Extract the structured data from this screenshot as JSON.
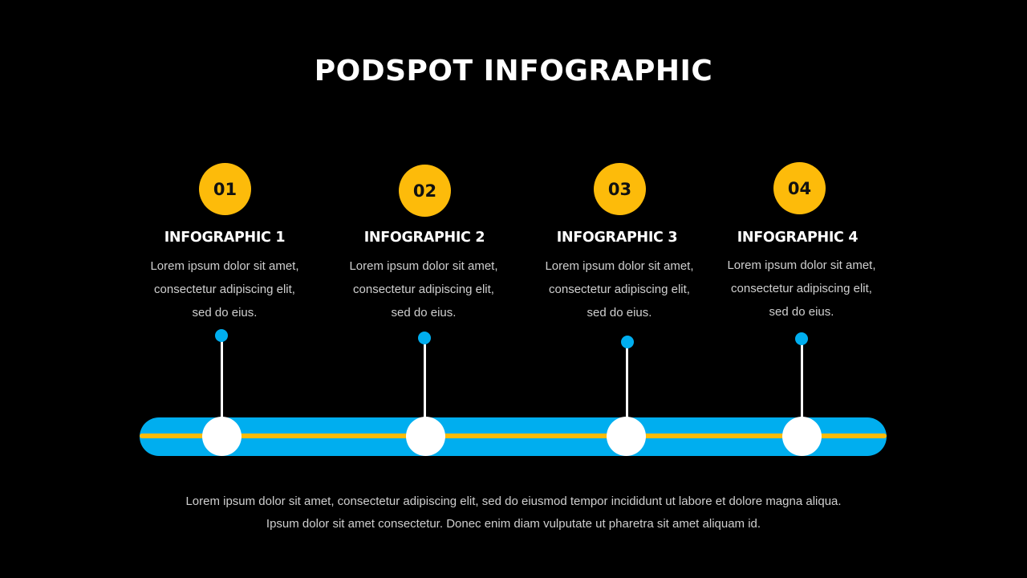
{
  "title": "PODSPOT INFOGRAPHIC",
  "colors": {
    "background": "#000000",
    "accent_yellow": "#FDBB0A",
    "accent_blue": "#00AEEF",
    "text_white": "#FFFFFF",
    "text_grey": "#CFCFCF"
  },
  "steps": [
    {
      "number": "01",
      "title": "INFOGRAPHIC 1",
      "desc_lines": [
        "Lorem ipsum dolor sit amet,",
        "consectetur adipiscing elit,",
        "sed do eius."
      ]
    },
    {
      "number": "02",
      "title": "INFOGRAPHIC 2",
      "desc_lines": [
        "Lorem ipsum dolor sit amet,",
        "consectetur adipiscing elit,",
        "sed do eius."
      ]
    },
    {
      "number": "03",
      "title": "INFOGRAPHIC 3",
      "desc_lines": [
        "Lorem ipsum dolor sit amet,",
        "consectetur adipiscing elit,",
        "sed do eius."
      ]
    },
    {
      "number": "04",
      "title": "INFOGRAPHIC 4",
      "desc_lines": [
        "Lorem ipsum dolor sit amet,",
        "consectetur adipiscing elit,",
        "sed do eius."
      ]
    }
  ],
  "footer": {
    "lines": [
      "Lorem ipsum dolor sit amet, consectetur adipiscing elit, sed do eiusmod tempor incididunt ut labore et dolore magna aliqua.",
      "Ipsum dolor sit amet consectetur.  Donec enim diam vulputate ut pharetra sit amet aliquam id."
    ]
  }
}
